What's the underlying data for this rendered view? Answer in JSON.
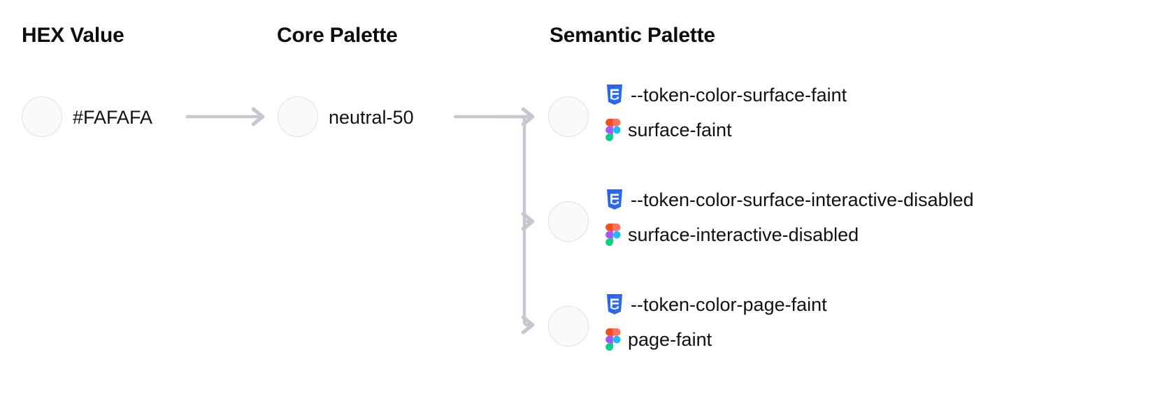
{
  "columns": {
    "hex": {
      "title": "HEX Value"
    },
    "core": {
      "title": "Core Palette"
    },
    "semantic": {
      "title": "Semantic Palette"
    }
  },
  "hex": {
    "value": "#FAFAFA",
    "swatch_color": "#FAFAFA"
  },
  "core": {
    "value": "neutral-50",
    "swatch_color": "#FAFAFA"
  },
  "semantic": {
    "rows": [
      {
        "css_token": "--token-color-surface-faint",
        "figma_token": "surface-faint",
        "swatch_color": "#FAFAFA"
      },
      {
        "css_token": "--token-color-surface-interactive-disabled",
        "figma_token": "surface-interactive-disabled",
        "swatch_color": "#FAFAFA"
      },
      {
        "css_token": "--token-color-page-faint",
        "figma_token": "page-faint",
        "swatch_color": "#FAFAFA"
      }
    ]
  },
  "icons": {
    "css": "css3-icon",
    "figma": "figma-icon"
  },
  "colors": {
    "background": "#FFFFFF",
    "text": "#111111",
    "connector": "#C5C8D0",
    "swatch_border": "#E1E1E6",
    "css_blue": "#2965F1",
    "figma_orange": "#F24E1E",
    "figma_pink": "#FF7262",
    "figma_purple": "#A259FF",
    "figma_blue": "#1ABCFE",
    "figma_green": "#0ACF83"
  }
}
